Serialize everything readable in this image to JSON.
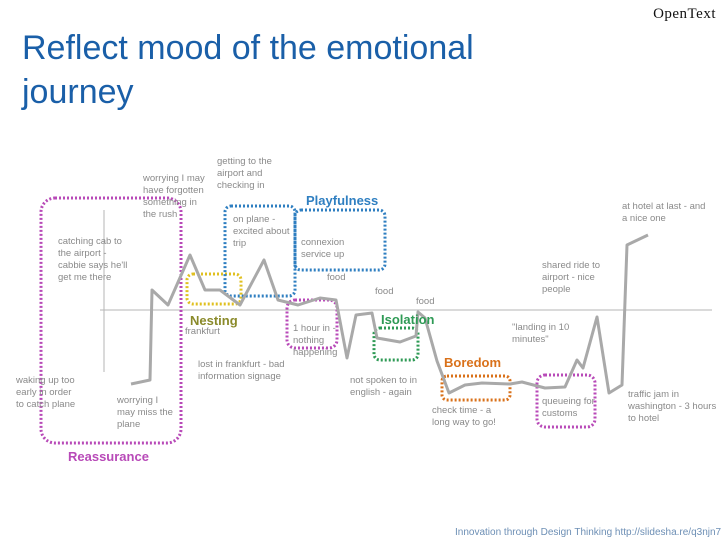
{
  "brand": "OpenText",
  "title": "Reflect mood of the emotional journey",
  "credit": "Innovation through Design Thinking http://slidesha.re/q3njn7",
  "colors": {
    "title": "#1a5fa8",
    "line": "#a9a9a9",
    "reassurance": "#b84ab8",
    "nesting": "#e0c020",
    "playfulness": "#2f7fc1",
    "isolation": "#2e9a55",
    "boredom": "#d9711a",
    "annotation": "#8a8a8a"
  },
  "zones": {
    "reassurance": "Reassurance",
    "nesting": "Nesting",
    "playfulness": "Playfulness",
    "isolation": "Isolation",
    "boredom": "Boredom"
  },
  "notes": {
    "wakeup": [
      "waking up too",
      "early in order",
      "to catch plane"
    ],
    "cab": [
      "catching cab to",
      "the airport -",
      "cabbie says he'll",
      "get me there"
    ],
    "worry_forgot": [
      "worrying I may",
      "have forgotten",
      "something in",
      "the rush"
    ],
    "worry_miss": [
      "worrying I",
      "may miss the",
      "plane"
    ],
    "airport": [
      "getting to the",
      "airport and",
      "checking in"
    ],
    "frankfurt": "frankfurt",
    "onplane": [
      "on plane -",
      "excited about",
      "trip"
    ],
    "connexion": [
      "connexion",
      "service up"
    ],
    "food1": "food",
    "food2": "food",
    "food3": "food",
    "lost": [
      "lost in frankfurt - bad",
      "information signage"
    ],
    "hour": [
      "1 hour in -",
      "nothing",
      "happening"
    ],
    "english": [
      "not spoken to in",
      "english - again"
    ],
    "checktime": [
      "check time - a",
      "long way to go!"
    ],
    "landing": [
      "\"landing in 10",
      "minutes\""
    ],
    "shared": [
      "shared ride to",
      "airport - nice",
      "people"
    ],
    "queue": [
      "queueing for",
      "customs"
    ],
    "hotel": [
      "at hotel at last - and",
      "a nice one"
    ],
    "traffic": [
      "traffic jam in",
      "washington - 3 hours",
      "to hotel"
    ]
  }
}
